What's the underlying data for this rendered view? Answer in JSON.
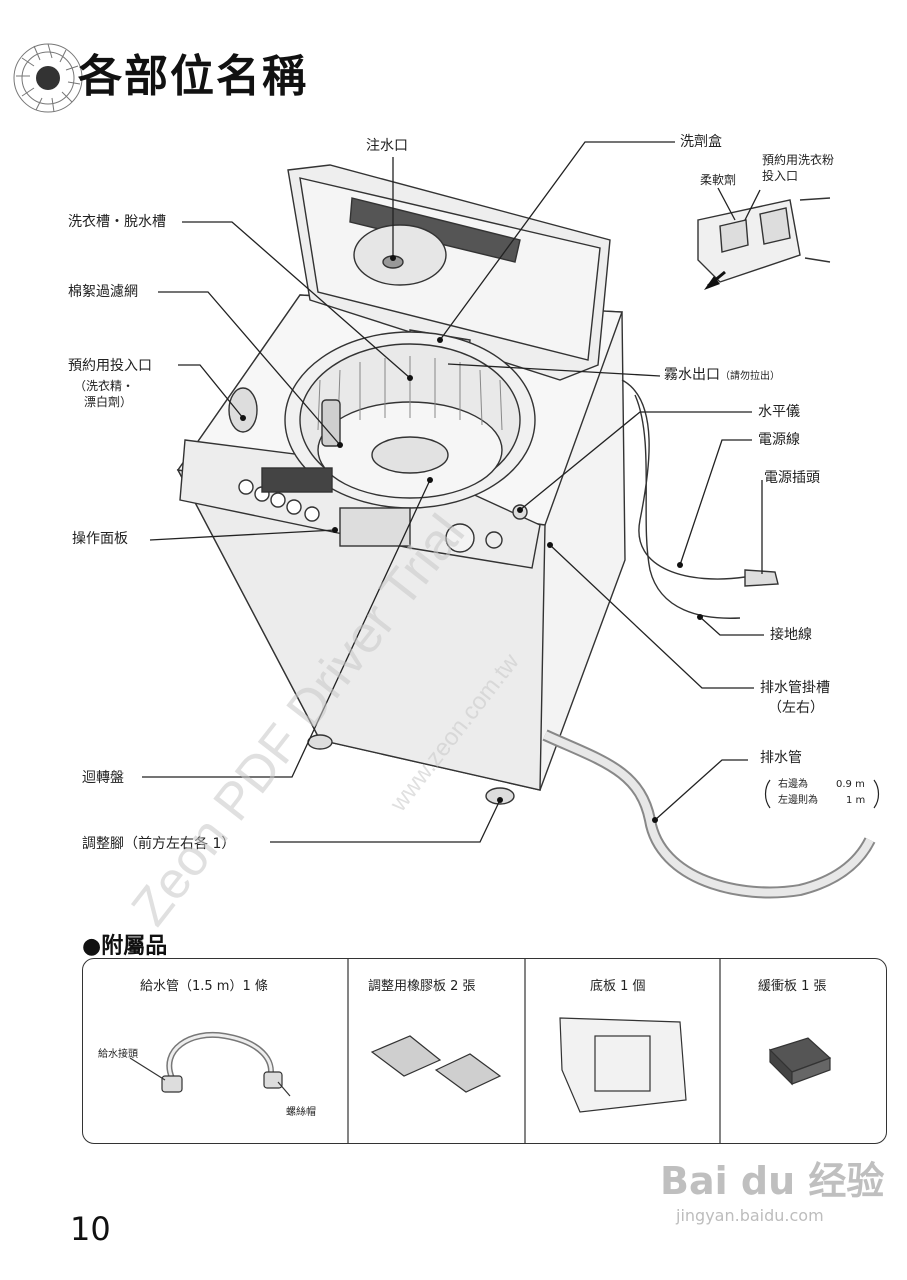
{
  "page": {
    "title": "各部位名稱",
    "page_number": "10"
  },
  "labels": {
    "water_inlet": "注水口",
    "detergent_box": "洗劑盒",
    "softener": "柔軟劑",
    "reserve_powder_line1": "預約用洗衣粉",
    "reserve_powder_line2": "投入口",
    "tub": "洗衣槽・脫水槽",
    "lint_filter": "棉絮過濾網",
    "reserve_inlet_line1": "預約用投入口",
    "reserve_inlet_line2": "（洗衣精・",
    "reserve_inlet_line3": "漂白劑）",
    "mist_outlet": "霧水出口",
    "mist_outlet_note": "（請勿拉出）",
    "level": "水平儀",
    "power_cord": "電源線",
    "power_plug": "電源插頭",
    "control_panel": "操作面板",
    "ground_wire": "接地線",
    "drain_hook_line1": "排水管掛槽",
    "drain_hook_line2": "（左右）",
    "drain_hose": "排水管",
    "drain_right_label": "右邊為",
    "drain_right_value": "0.9 m",
    "drain_left_label": "左邊則為",
    "drain_left_value": "1 m",
    "pulsator": "迴轉盤",
    "leveling_feet": "調整腳（前方左右各 1）"
  },
  "accessories": {
    "heading": "●附屬品",
    "items": [
      {
        "label": "給水管（1.5 m）1 條",
        "sub1": "給水接頭",
        "sub2": "螺絲帽"
      },
      {
        "label": "調整用橡膠板 2 張"
      },
      {
        "label": "底板 1 個"
      },
      {
        "label": "緩衝板 1 張"
      }
    ]
  },
  "watermarks": {
    "main": "Zeon PDF Driver Trial",
    "url": "www.zeon.com.tw",
    "baidu": "Bai du 经验",
    "baidu_url": "jingyan.baidu.com"
  }
}
